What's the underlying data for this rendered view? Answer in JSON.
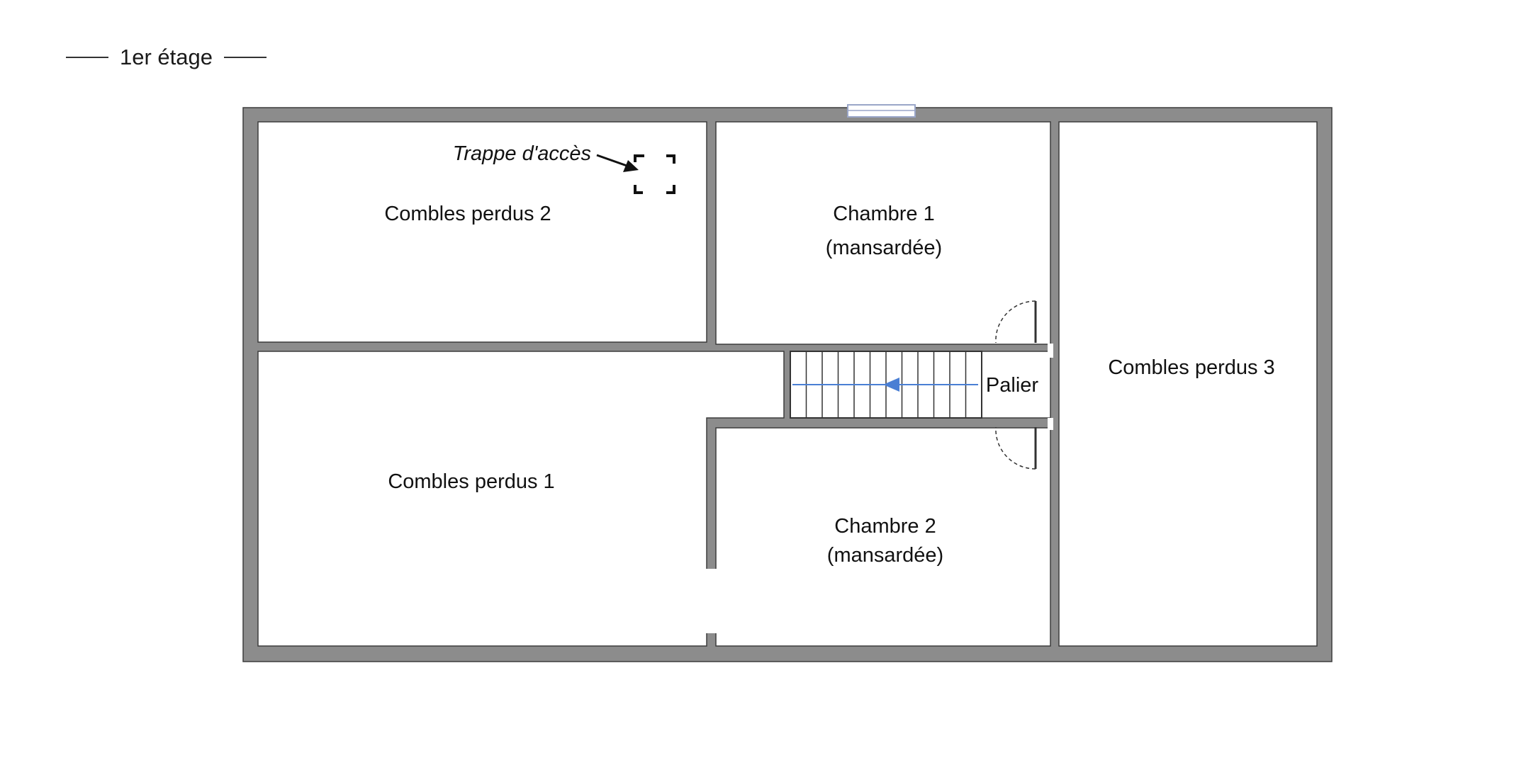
{
  "floor": {
    "label": "1er étage"
  },
  "rooms": {
    "combles_perdus_2": "Combles perdus 2",
    "combles_perdus_1": "Combles perdus 1",
    "combles_perdus_3": "Combles perdus 3",
    "chambre_1": {
      "name": "Chambre 1",
      "note": "(mansardée)"
    },
    "chambre_2": {
      "name": "Chambre 2",
      "note": "(mansardée)"
    },
    "palier": "Palier"
  },
  "annotations": {
    "trappe": "Trappe d'accès"
  },
  "colors": {
    "wall": "#8c8c8c",
    "wall_outline": "#3c3c3c",
    "stair_arrow": "#4a7fd4",
    "window": "#9aa6c8",
    "text": "#111111"
  }
}
